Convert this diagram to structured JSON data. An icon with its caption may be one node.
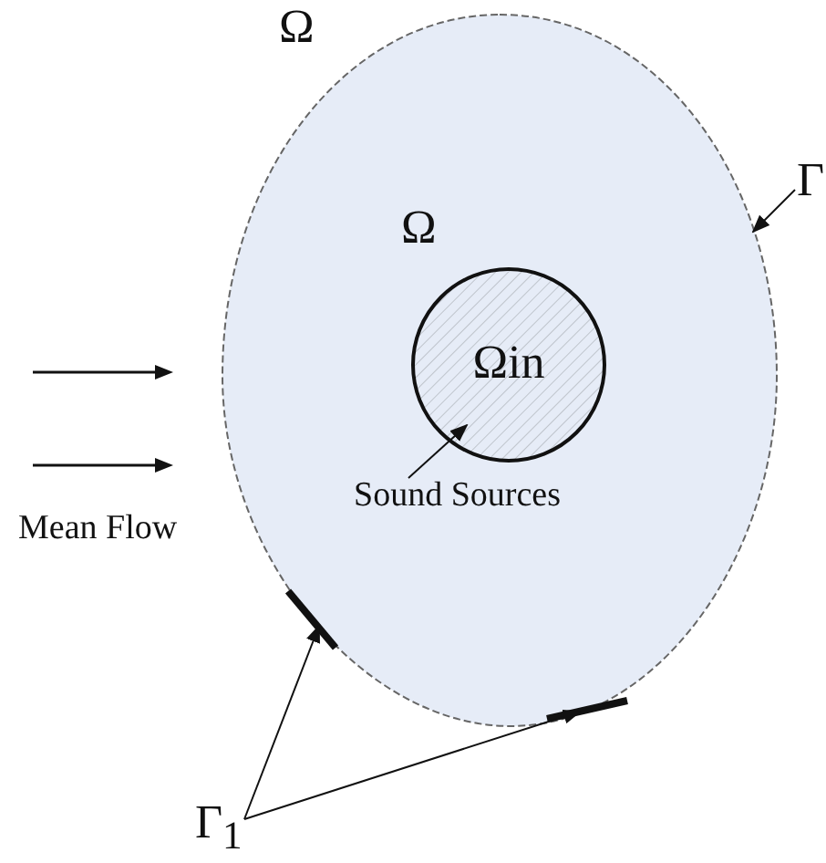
{
  "diagram": {
    "nodes": [
      {
        "text": [
          "Ω"
        ]
      },
      {
        "text": [
          "Γ"
        ]
      },
      {
        "text": [
          "Ωin"
        ],
        "in": 0
      },
      {
        "text": [
          "Sound Sources"
        ],
        "in": 0
      },
      {
        "text": [],
        "shape": "bar"
      },
      {
        "text": [],
        "shape": "bar"
      },
      {
        "text": [
          "Γ$_{1}$"
        ]
      }
    ],
    "edges": [
      {
        "from": 1,
        "to": 0,
        "arrow": "to"
      },
      {
        "from": 3,
        "to": 2,
        "arrow": "to"
      },
      {
        "from": 6,
        "to": 4,
        "arrow": "to"
      },
      {
        "from": 6,
        "to": 5,
        "arrow": "to"
      }
    ],
    "labels": [
      "Ω",
      "Mean Flow"
    ]
  }
}
